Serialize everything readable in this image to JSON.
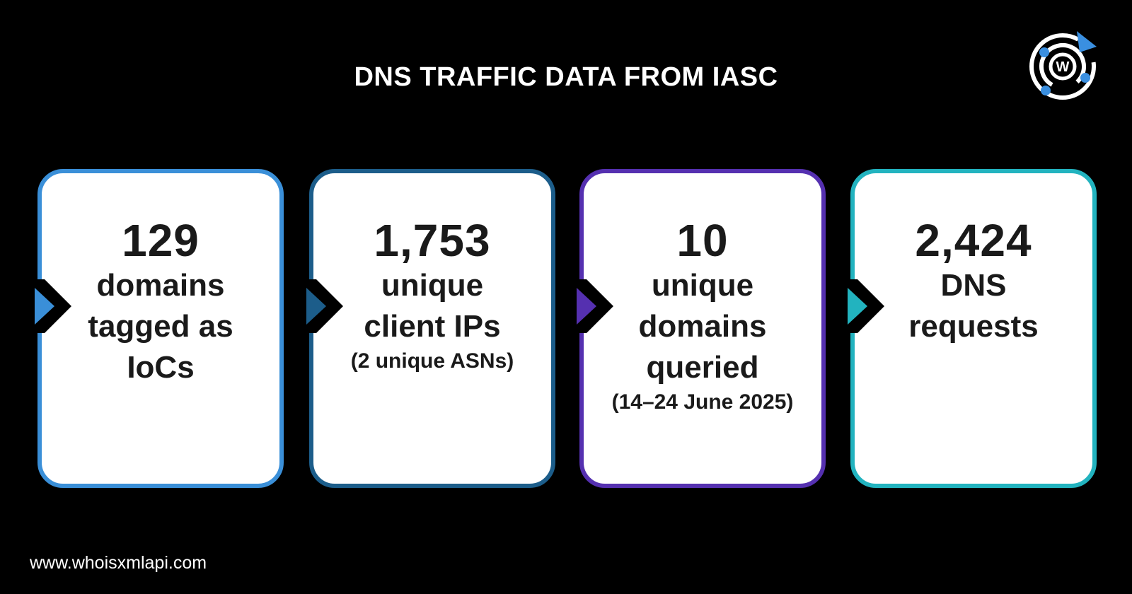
{
  "title": "DNS TRAFFIC DATA FROM IASC",
  "logo": {
    "letter": "W"
  },
  "cards": [
    {
      "number": "129",
      "lines": [
        "domains",
        "tagged as",
        "IoCs"
      ],
      "sub": "",
      "color": "#3a8fd8"
    },
    {
      "number": "1,753",
      "lines": [
        "unique",
        "client IPs"
      ],
      "sub": "(2 unique ASNs)",
      "color": "#1c5d8a"
    },
    {
      "number": "10",
      "lines": [
        "unique",
        "domains",
        "queried"
      ],
      "sub": "(14–24 June 2025)",
      "color": "#5530b0"
    },
    {
      "number": "2,424",
      "lines": [
        "DNS",
        "requests"
      ],
      "sub": "",
      "color": "#22b3bf"
    }
  ],
  "footer": "www.whoisxmlapi.com"
}
